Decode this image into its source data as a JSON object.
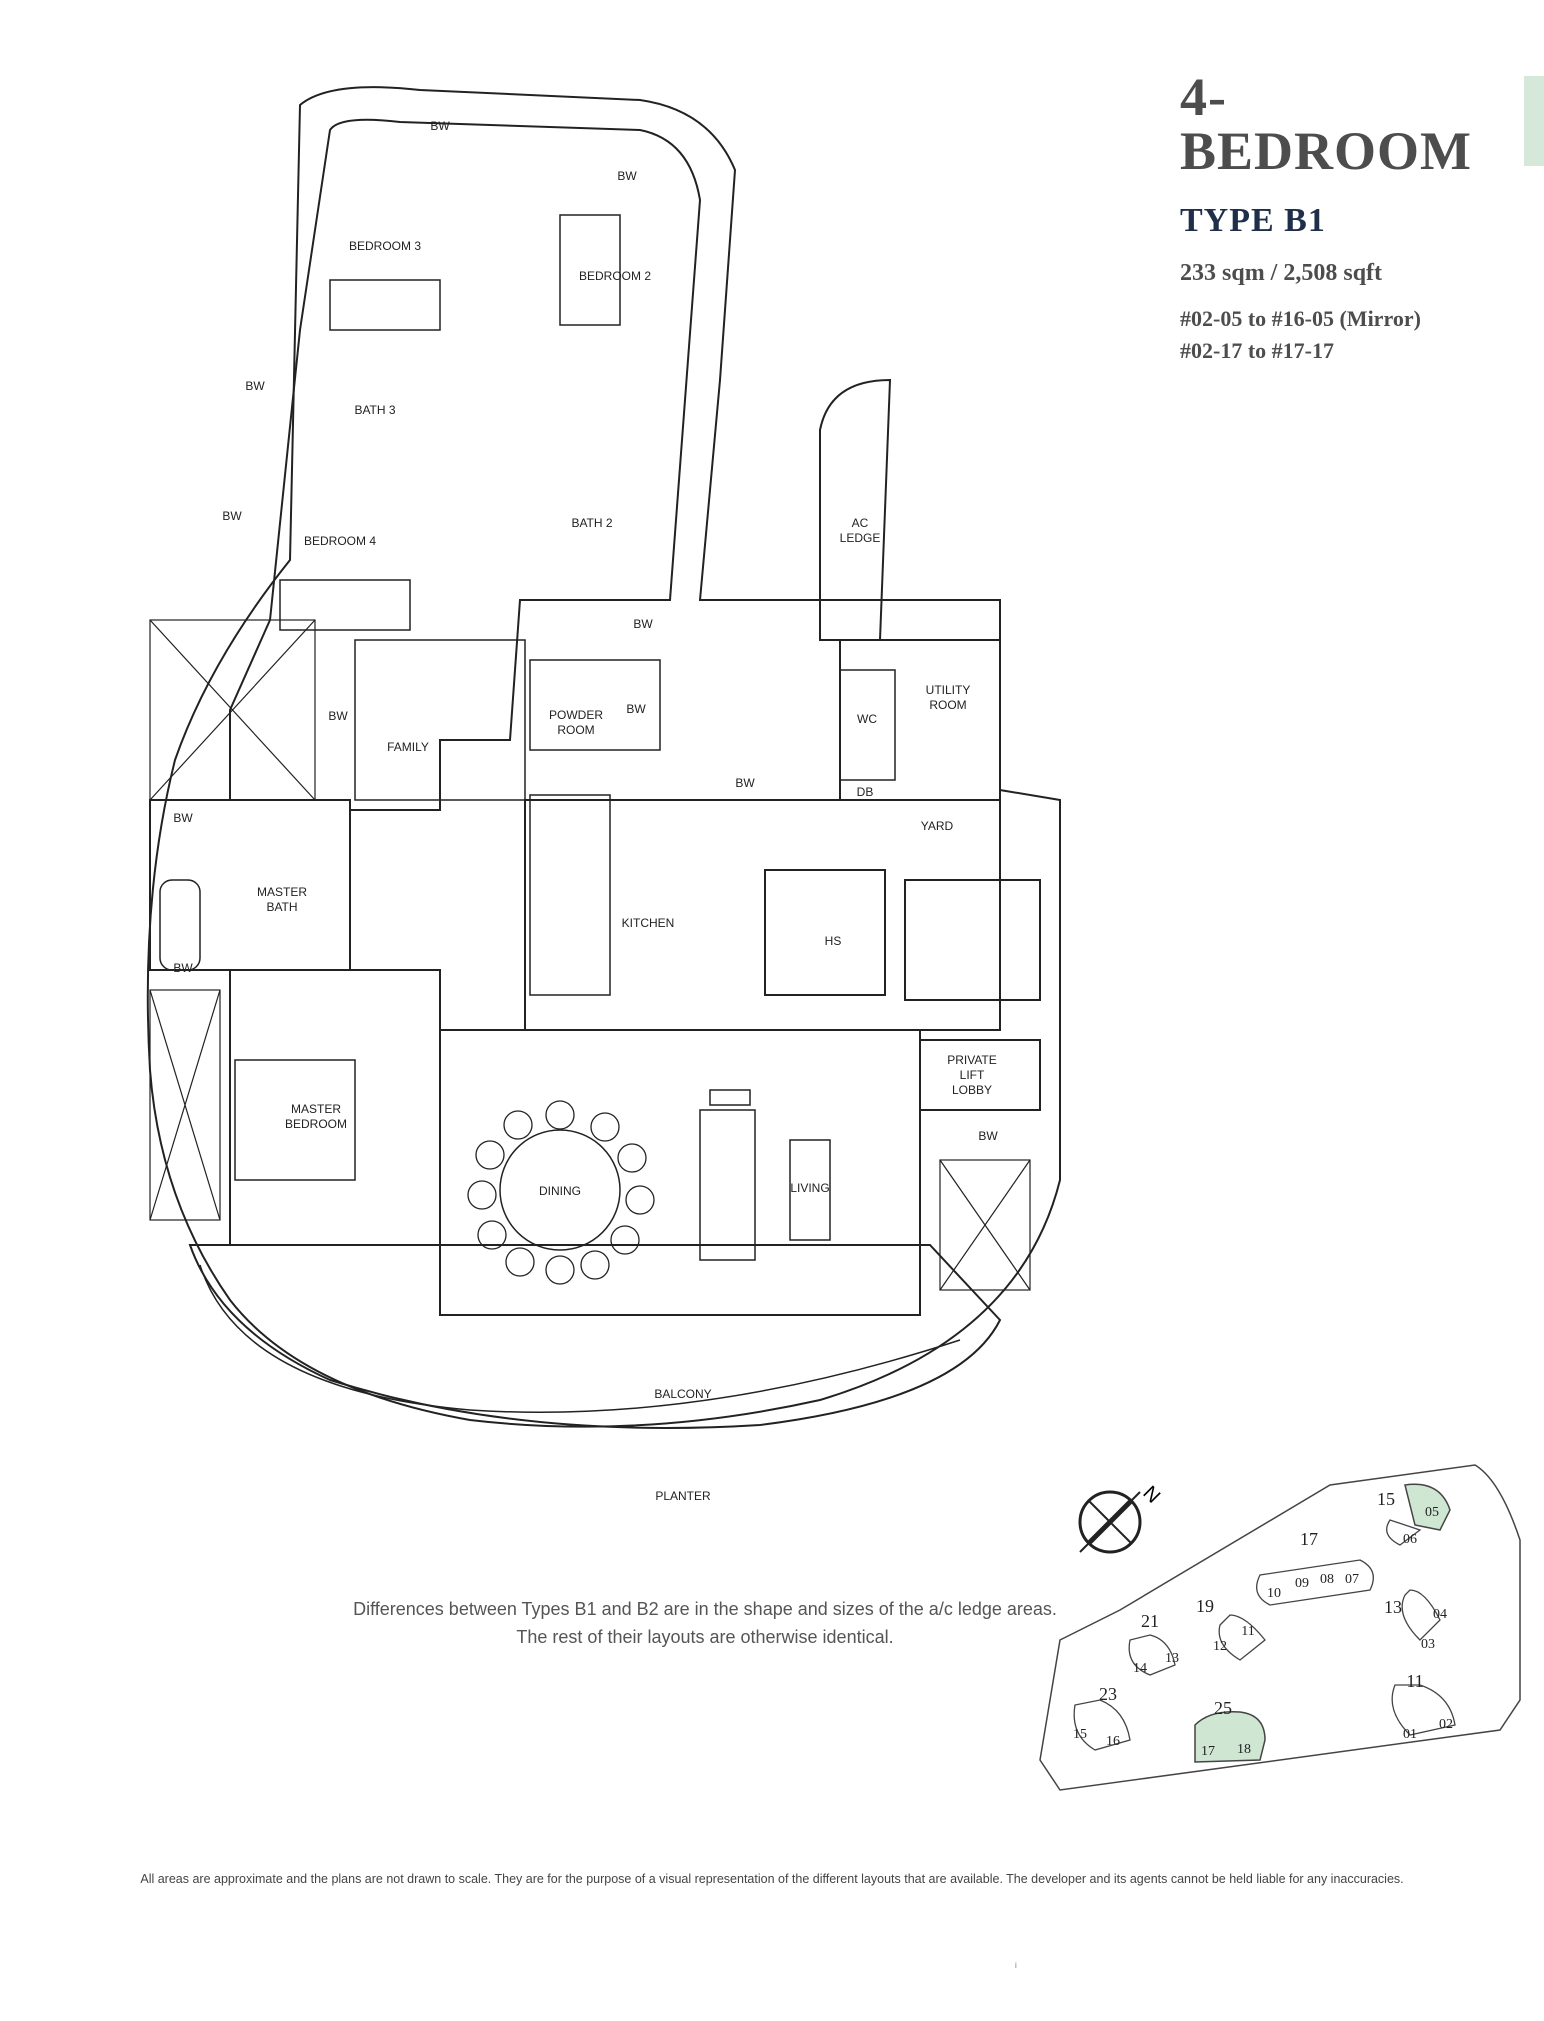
{
  "header": {
    "title": "4-BEDROOM",
    "type": "TYPE B1",
    "area": "233 sqm / 2,508 sqft",
    "units": [
      "#02-05 to #16-05 (Mirror)",
      "#02-17 to #17-17"
    ]
  },
  "rooms": {
    "bedroom3": "BEDROOM 3",
    "bedroom2": "BEDROOM 2",
    "bedroom4": "BEDROOM 4",
    "bath3": "BATH 3",
    "bath2": "BATH 2",
    "ac_ledge_1": "AC",
    "ac_ledge_2": "LEDGE",
    "powder_1": "POWDER",
    "powder_2": "ROOM",
    "family": "FAMILY",
    "wc": "WC",
    "utility_1": "UTILITY",
    "utility_2": "ROOM",
    "db": "DB",
    "yard": "YARD",
    "master_bath_1": "MASTER",
    "master_bath_2": "BATH",
    "kitchen": "KITCHEN",
    "hs": "HS",
    "lift_1": "PRIVATE",
    "lift_2": "LIFT",
    "lift_3": "LOBBY",
    "master_bed_1": "MASTER",
    "master_bed_2": "BEDROOM",
    "dining": "DINING",
    "living": "LIVING",
    "balcony": "BALCONY",
    "planter": "PLANTER",
    "bw": "BW"
  },
  "compass": "N",
  "note": [
    "Differences between Types B1 and B2 are in the shape and sizes of the a/c ledge areas.",
    "The rest of their layouts are otherwise identical."
  ],
  "site_plan": {
    "blocks": [
      "15",
      "17",
      "13",
      "19",
      "21",
      "11",
      "23",
      "25"
    ],
    "units": [
      "05",
      "06",
      "07",
      "08",
      "09",
      "10",
      "04",
      "03",
      "11",
      "12",
      "13",
      "14",
      "01",
      "02",
      "15",
      "16",
      "17",
      "18"
    ],
    "highlight_color": "#cfe6d3"
  },
  "disclaimer": "All areas are approximate and the plans are not drawn to scale. They are for the purpose of a visual representation of the different layouts that are available. The developer and its agents cannot be held liable for any inaccuracies.",
  "page_mark": "i"
}
